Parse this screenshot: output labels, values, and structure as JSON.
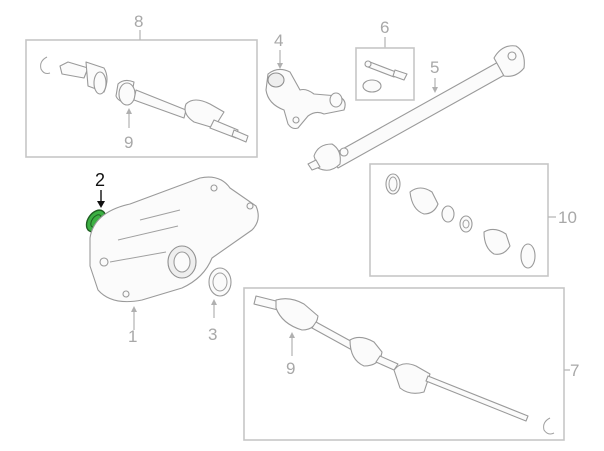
{
  "diagram": {
    "callouts": {
      "c1": "1",
      "c2": "2",
      "c3": "3",
      "c4": "4",
      "c5": "5",
      "c6": "6",
      "c7": "7",
      "c8": "8",
      "c9_upper": "9",
      "c9_lower": "9",
      "c10": "10"
    },
    "highlight_color": "#3cb043"
  }
}
